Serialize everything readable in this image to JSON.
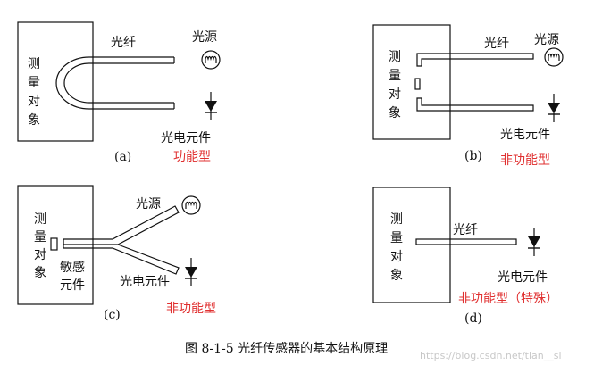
{
  "diagrams": {
    "a": {
      "object": [
        "测",
        "量",
        "对",
        "象"
      ],
      "fiber": "光纤",
      "source": "光源",
      "detector": "光电元件",
      "sub": "(a)",
      "type": "功能型"
    },
    "b": {
      "object": [
        "测",
        "量",
        "对",
        "象"
      ],
      "fiber": "光纤",
      "source": "光源",
      "detector": "光电元件",
      "sub": "(b)",
      "type": "非功能型"
    },
    "c": {
      "object": [
        "测",
        "量",
        "对",
        "象"
      ],
      "sensor": [
        "敏感",
        "元件"
      ],
      "source": "光源",
      "detector": "光电元件",
      "sub": "(c)",
      "type": "非功能型"
    },
    "d": {
      "object": [
        "测",
        "量",
        "对",
        "象"
      ],
      "fiber": "光纤",
      "detector": "光电元件",
      "sub": "(d)",
      "type": "非功能型（特殊）"
    }
  },
  "caption": "图 8-1-5    光纤传感器的基本结构原理",
  "watermark": "https://blog.csdn.net/tian__si",
  "colors": {
    "line": "#111111",
    "highlight": "#e03030"
  }
}
